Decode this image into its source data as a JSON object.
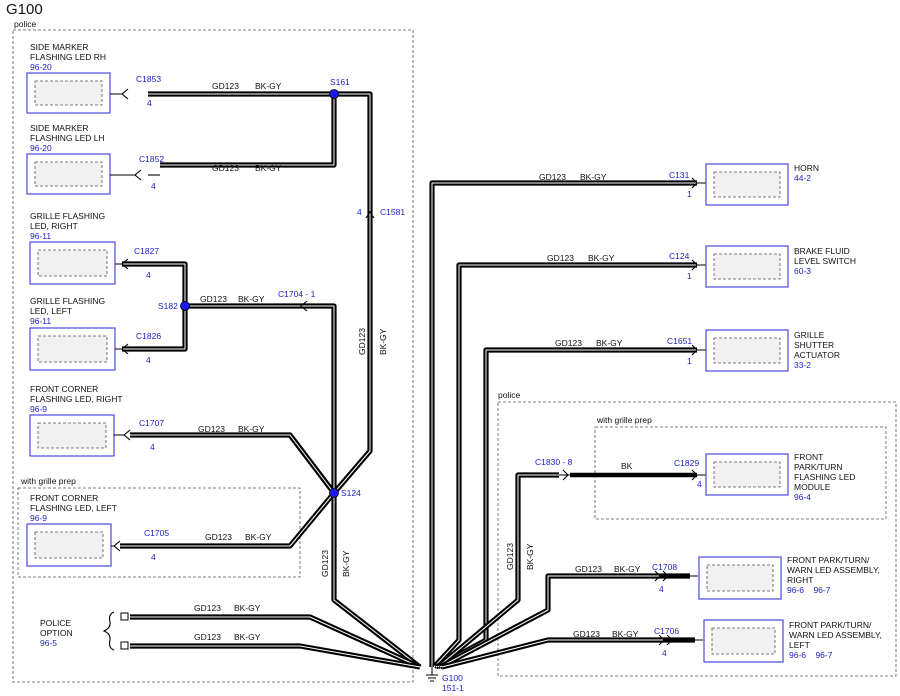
{
  "page_title": "G100",
  "regions": {
    "police_left": "police",
    "police_right": "police",
    "grille_prep_left": "with grille prep",
    "grille_prep_right": "with grille prep"
  },
  "wire": {
    "circuit": "GD123",
    "color": "BK-GY",
    "color_bk": "BK"
  },
  "components": {
    "side_marker_rh": {
      "lines": [
        "SIDE MARKER",
        "FLASHING LED RH"
      ],
      "ref": "96-20"
    },
    "side_marker_lh": {
      "lines": [
        "SIDE MARKER",
        "FLASHING LED LH"
      ],
      "ref": "96-20"
    },
    "grille_flash_right": {
      "lines": [
        "GRILLE FLASHING",
        "LED, RIGHT"
      ],
      "ref": "96-11"
    },
    "grille_flash_left": {
      "lines": [
        "GRILLE FLASHING",
        "LED, LEFT"
      ],
      "ref": "96-11"
    },
    "front_corner_right": {
      "lines": [
        "FRONT CORNER",
        "FLASHING LED, RIGHT"
      ],
      "ref": "96-9"
    },
    "front_corner_left": {
      "lines": [
        "FRONT CORNER",
        "FLASHING LED, LEFT"
      ],
      "ref": "96-9"
    },
    "police_option": {
      "lines": [
        "POLICE",
        "OPTION"
      ],
      "ref": "96-5"
    },
    "horn": {
      "lines": [
        "HORN"
      ],
      "ref": "44-2"
    },
    "brake_fluid": {
      "lines": [
        "BRAKE FLUID",
        "LEVEL SWITCH"
      ],
      "ref": "60-3"
    },
    "grille_shutter": {
      "lines": [
        "GRILLE",
        "SHUTTER",
        "ACTUATOR"
      ],
      "ref": "33-2"
    },
    "front_park_module": {
      "lines": [
        "FRONT",
        "PARK/TURN",
        "FLASHING LED",
        "MODULE"
      ],
      "ref": "96-4"
    },
    "front_park_right": {
      "lines": [
        "FRONT PARK/TURN/",
        "WARN LED ASSEMBLY,",
        "RIGHT"
      ],
      "ref": "96-6    96-7"
    },
    "front_park_left": {
      "lines": [
        "FRONT PARK/TURN/",
        "WARN LED ASSEMBLY,",
        "LEFT"
      ],
      "ref": "96-6    96-7"
    }
  },
  "connectors": {
    "c1853": {
      "id": "C1853",
      "pin": "4"
    },
    "c1852": {
      "id": "C1852",
      "pin": "4"
    },
    "c1827": {
      "id": "C1827",
      "pin": "4"
    },
    "c1826": {
      "id": "C1826",
      "pin": "4"
    },
    "c1707": {
      "id": "C1707",
      "pin": "4"
    },
    "c1705": {
      "id": "C1705",
      "pin": "4"
    },
    "c1581": {
      "id": "C1581",
      "pin": "4"
    },
    "c1704": {
      "id": "C1704 - 1"
    },
    "c131": {
      "id": "C131",
      "pin": "1"
    },
    "c124": {
      "id": "C124",
      "pin": "1"
    },
    "c1651": {
      "id": "C1651",
      "pin": "1"
    },
    "c1830": {
      "id": "C1830 - 8"
    },
    "c1829": {
      "id": "C1829",
      "pin": "4"
    },
    "c1708": {
      "id": "C1708",
      "pin": "4"
    },
    "c1706": {
      "id": "C1706",
      "pin": "4"
    }
  },
  "splices": {
    "s161": "S161",
    "s182": "S182",
    "s124": "S124"
  },
  "ground": {
    "id": "G100",
    "ref": "151-1"
  },
  "colors": {
    "accent_blue": "#1c1cc8",
    "splice_blue": "#1a1aee",
    "component_border": "#4a4adb",
    "wire": "#000000"
  }
}
